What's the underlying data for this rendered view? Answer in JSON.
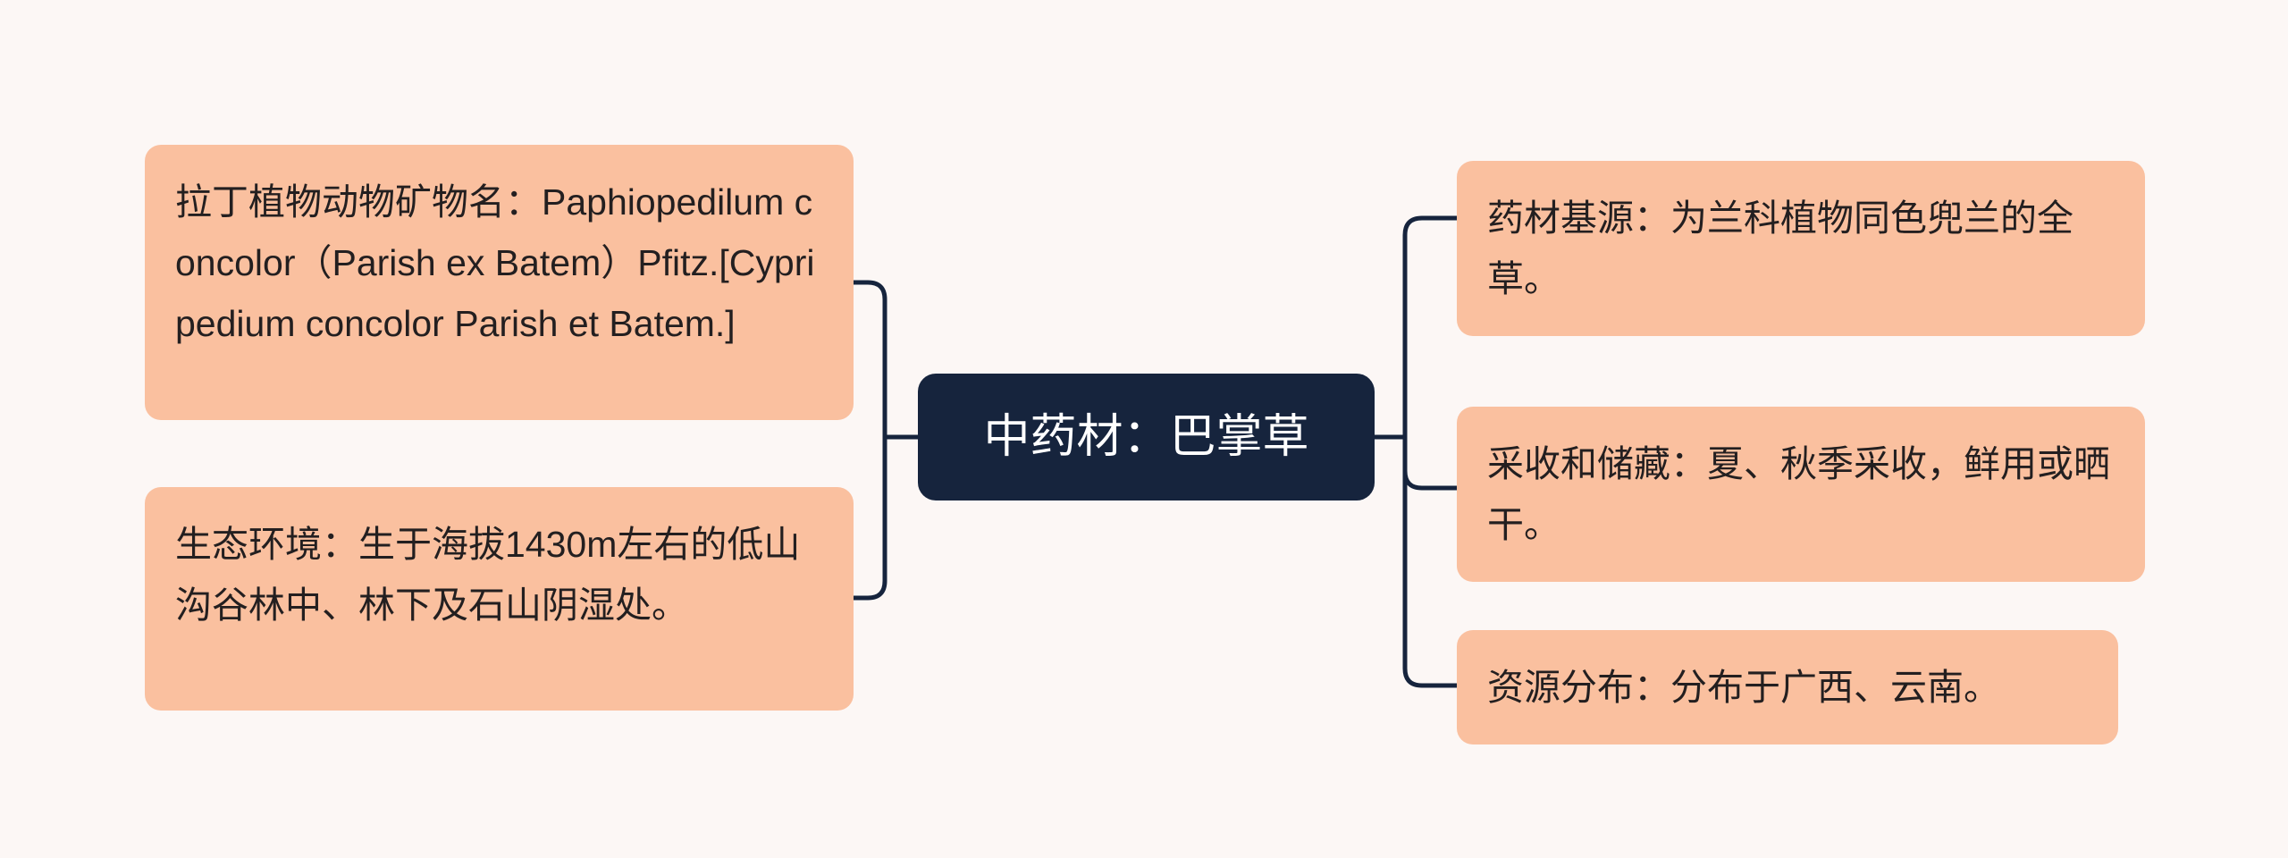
{
  "diagram": {
    "type": "mindmap",
    "orientation": "horizontal-bidirectional",
    "background_color": "#FCF7F5",
    "root": {
      "label": "中药材：巴掌草",
      "fill_color": "#16243D",
      "text_color": "#FFFFFF"
    },
    "branch_style": {
      "fill_color": "#FAC09F",
      "text_color": "#231F20",
      "connector_color": "#16243D",
      "connector_width": 5
    },
    "left_branches": [
      {
        "id": "latin-name",
        "label": "拉丁植物动物矿物名：Paphiopedilum concolor（Parish ex Batem）Pfitz.[Cypripedium concolor Parish et Batem.]"
      },
      {
        "id": "ecology",
        "label": "生态环境：生于海拔1430m左右的低山沟谷林中、林下及石山阴湿处。"
      }
    ],
    "right_branches": [
      {
        "id": "source",
        "label": "药材基源：为兰科植物同色兜兰的全草。"
      },
      {
        "id": "harvest",
        "label": "采收和储藏：夏、秋季采收，鲜用或晒干。"
      },
      {
        "id": "distribution",
        "label": "资源分布：分布于广西、云南。"
      }
    ]
  }
}
